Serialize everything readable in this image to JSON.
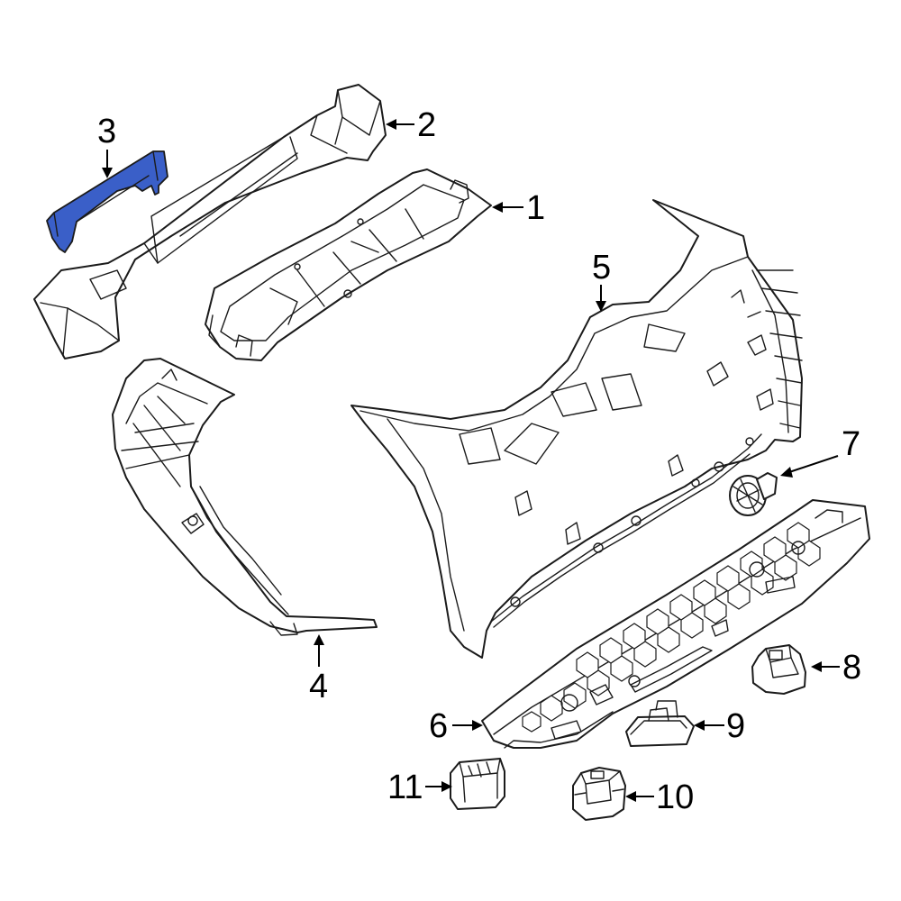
{
  "diagram": {
    "highlight_color": "#3a5fc8",
    "line_color": "#1b1b1b",
    "background": "#ffffff",
    "highlighted_part": "3",
    "callouts": [
      {
        "id": "c1",
        "label": "1"
      },
      {
        "id": "c2",
        "label": "2"
      },
      {
        "id": "c3",
        "label": "3"
      },
      {
        "id": "c4",
        "label": "4"
      },
      {
        "id": "c5",
        "label": "5"
      },
      {
        "id": "c6",
        "label": "6"
      },
      {
        "id": "c7",
        "label": "7"
      },
      {
        "id": "c8",
        "label": "8"
      },
      {
        "id": "c9",
        "label": "9"
      },
      {
        "id": "c10",
        "label": "10"
      },
      {
        "id": "c11",
        "label": "11"
      }
    ]
  }
}
